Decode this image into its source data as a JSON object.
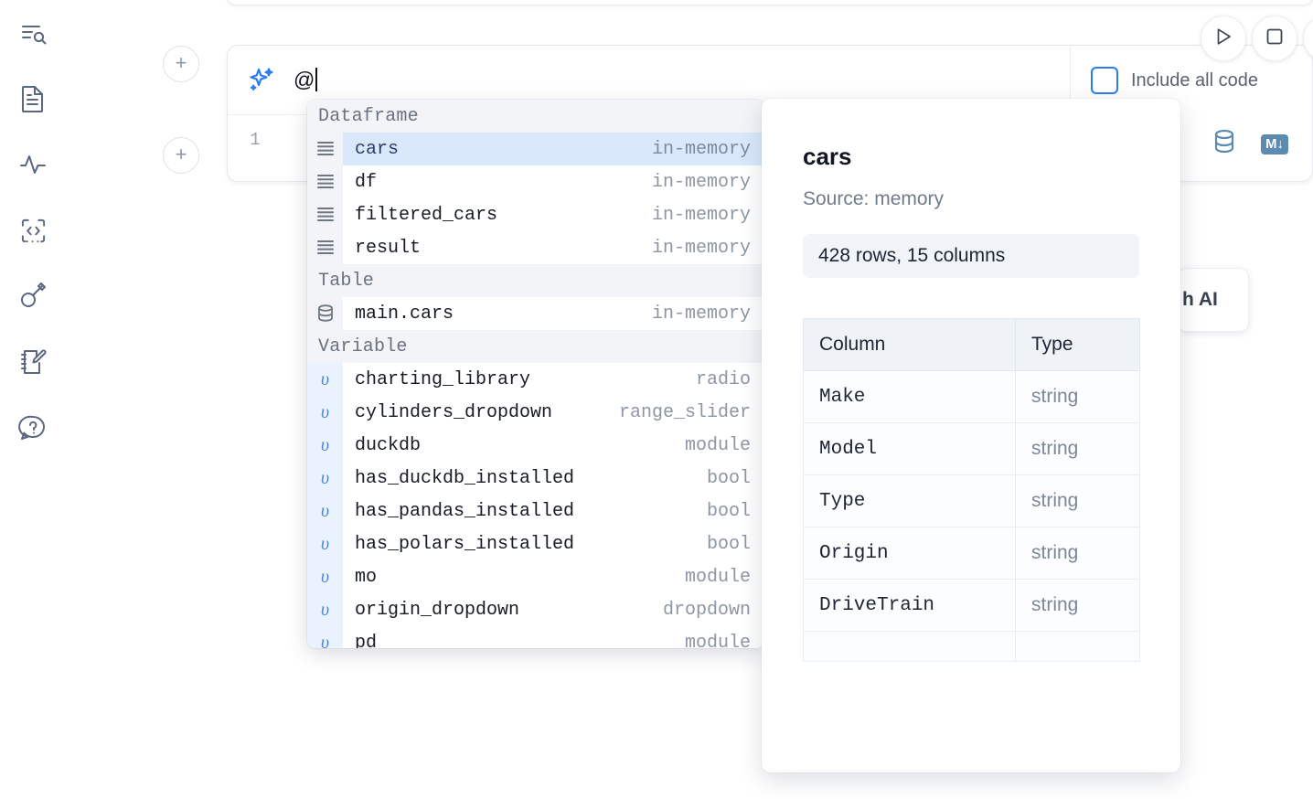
{
  "sidebar": {
    "items": [
      {
        "name": "outline-search-icon",
        "label": "Outline"
      },
      {
        "name": "file-icon",
        "label": "Files"
      },
      {
        "name": "activity-icon",
        "label": "Variables"
      },
      {
        "name": "code-brackets-icon",
        "label": "Snippets"
      },
      {
        "name": "key-icon",
        "label": "Secrets"
      },
      {
        "name": "notebook-edit-icon",
        "label": "Scratchpad"
      },
      {
        "name": "help-chat-icon",
        "label": "Help"
      }
    ]
  },
  "cell": {
    "add_button_label": "+",
    "ai_prompt_value": "@",
    "ai_prompt_placeholder": "Generate with AI",
    "include_all_code_label": "Include all code",
    "include_all_code_checked": false,
    "line_number": "1",
    "database_icon": "database-icon",
    "markdown_badge": "M↓"
  },
  "toolbar": {
    "run_icon": "play-icon",
    "stop_icon": "stop-square-icon"
  },
  "floating_pill": {
    "label": "h AI"
  },
  "autocomplete": {
    "groups": [
      {
        "label": "Dataframe",
        "icon": "dataframe-icon",
        "gutter_style": "neutral",
        "items": [
          {
            "name": "cars",
            "meta": "in-memory",
            "selected": true
          },
          {
            "name": "df",
            "meta": "in-memory",
            "selected": false
          },
          {
            "name": "filtered_cars",
            "meta": "in-memory",
            "selected": false
          },
          {
            "name": "result",
            "meta": "in-memory",
            "selected": false
          }
        ]
      },
      {
        "label": "Table",
        "icon": "table-db-icon",
        "gutter_style": "neutral",
        "items": [
          {
            "name": "main.cars",
            "meta": "in-memory",
            "selected": false
          }
        ]
      },
      {
        "label": "Variable",
        "icon": "variable-icon",
        "gutter_style": "variable",
        "items": [
          {
            "name": "charting_library",
            "meta": "radio",
            "selected": false
          },
          {
            "name": "cylinders_dropdown",
            "meta": "range_slider",
            "selected": false
          },
          {
            "name": "duckdb",
            "meta": "module",
            "selected": false
          },
          {
            "name": "has_duckdb_installed",
            "meta": "bool",
            "selected": false
          },
          {
            "name": "has_pandas_installed",
            "meta": "bool",
            "selected": false
          },
          {
            "name": "has_polars_installed",
            "meta": "bool",
            "selected": false
          },
          {
            "name": "mo",
            "meta": "module",
            "selected": false
          },
          {
            "name": "origin_dropdown",
            "meta": "dropdown",
            "selected": false
          },
          {
            "name": "pd",
            "meta": "module",
            "selected": false
          }
        ]
      }
    ],
    "variable_glyph": "υ"
  },
  "detail": {
    "title": "cars",
    "source": "Source: memory",
    "shape": "428 rows, 15 columns",
    "table": {
      "headers": [
        "Column",
        "Type"
      ],
      "rows": [
        [
          "Make",
          "string"
        ],
        [
          "Model",
          "string"
        ],
        [
          "Type",
          "string"
        ],
        [
          "Origin",
          "string"
        ],
        [
          "DriveTrain",
          "string"
        ],
        [
          "",
          ""
        ]
      ]
    }
  },
  "colors": {
    "accent_blue": "#2b7cf0",
    "selected_row": "#d9e9fb",
    "group_header_bg": "#f2f4f7",
    "variable_gutter_bg": "#e9f2fd",
    "icon_steel": "#5b8bb0"
  }
}
